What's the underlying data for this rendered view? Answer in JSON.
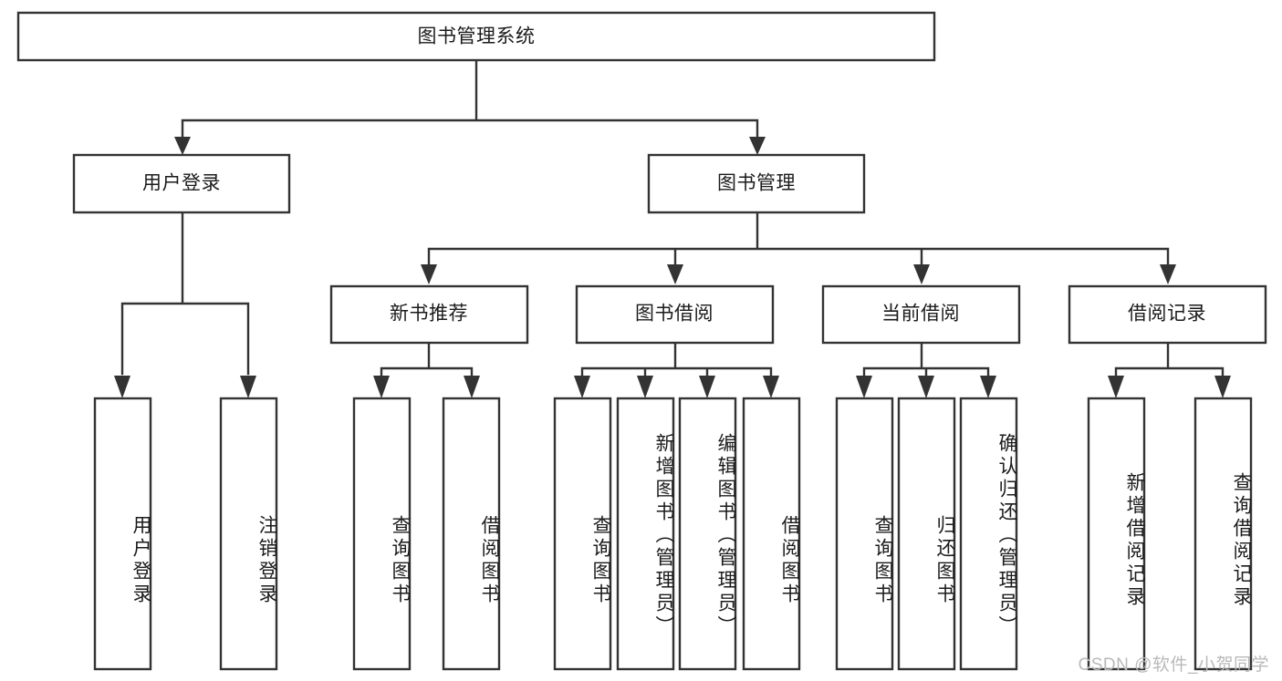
{
  "diagram": {
    "type": "tree",
    "title": "图书管理系统",
    "watermark": "CSDN @软件_小贺同学",
    "style": {
      "box_fill": "#ffffff",
      "box_stroke": "#333333",
      "text_color": "#1b1b1b",
      "watermark_color": "#b9b9b9",
      "background": "#ffffff"
    },
    "levels": {
      "root": {
        "label": "图书管理系统"
      },
      "level2": [
        {
          "label": "用户登录"
        },
        {
          "label": "图书管理"
        }
      ],
      "level3": [
        {
          "label": "新书推荐"
        },
        {
          "label": "图书借阅"
        },
        {
          "label": "当前借阅"
        },
        {
          "label": "借阅记录"
        }
      ],
      "leaves": [
        {
          "label": "用户登录",
          "parent": "用户登录"
        },
        {
          "label": "注销登录",
          "parent": "用户登录"
        },
        {
          "label": "查询图书",
          "parent": "新书推荐"
        },
        {
          "label": "借阅图书",
          "parent": "新书推荐"
        },
        {
          "label": "查询图书",
          "parent": "图书借阅"
        },
        {
          "label": "新增图书（管理员）",
          "parent": "图书借阅"
        },
        {
          "label": "编辑图书（管理员）",
          "parent": "图书借阅"
        },
        {
          "label": "借阅图书",
          "parent": "图书借阅"
        },
        {
          "label": "查询图书",
          "parent": "当前借阅"
        },
        {
          "label": "归还图书",
          "parent": "当前借阅"
        },
        {
          "label": "确认归还（管理员）",
          "parent": "当前借阅"
        },
        {
          "label": "新增借阅记录",
          "parent": "借阅记录"
        },
        {
          "label": "查询借阅记录",
          "parent": "借阅记录"
        }
      ]
    }
  }
}
